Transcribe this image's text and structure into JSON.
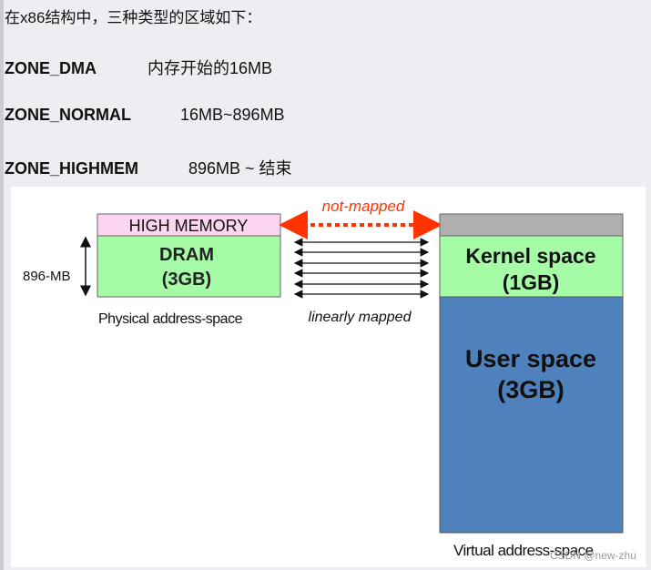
{
  "intro": "在x86结构中，三种类型的区域如下：",
  "zones": [
    {
      "name": "ZONE_DMA",
      "range": "内存开始的16MB"
    },
    {
      "name": "ZONE_NORMAL",
      "range": "16MB~896MB"
    },
    {
      "name": "ZONE_HIGHMEM",
      "range": "896MB ~ 结束"
    }
  ],
  "diagram": {
    "high_memory": "HIGH MEMORY",
    "dram_line1": "DRAM",
    "dram_line2": "(3GB)",
    "size_marker": "896-MB",
    "physical_caption": "Physical address-space",
    "not_mapped": "not-mapped",
    "linearly_mapped": "linearly mapped",
    "kernel_line1": "Kernel space",
    "kernel_line2": "(1GB)",
    "user_line1": "User space",
    "user_line2": "(3GB)",
    "virtual_caption": "Virtual address-space",
    "watermark": "CSDN @new-zhu"
  },
  "colors": {
    "high_memory_fill": "#fcd6f0",
    "dram_fill": "#a6fca6",
    "kernel_fill": "#a6fca6",
    "user_fill": "#4f81bd",
    "top_gray_fill": "#b0b0b0",
    "not_mapped_red": "#ff3300"
  }
}
